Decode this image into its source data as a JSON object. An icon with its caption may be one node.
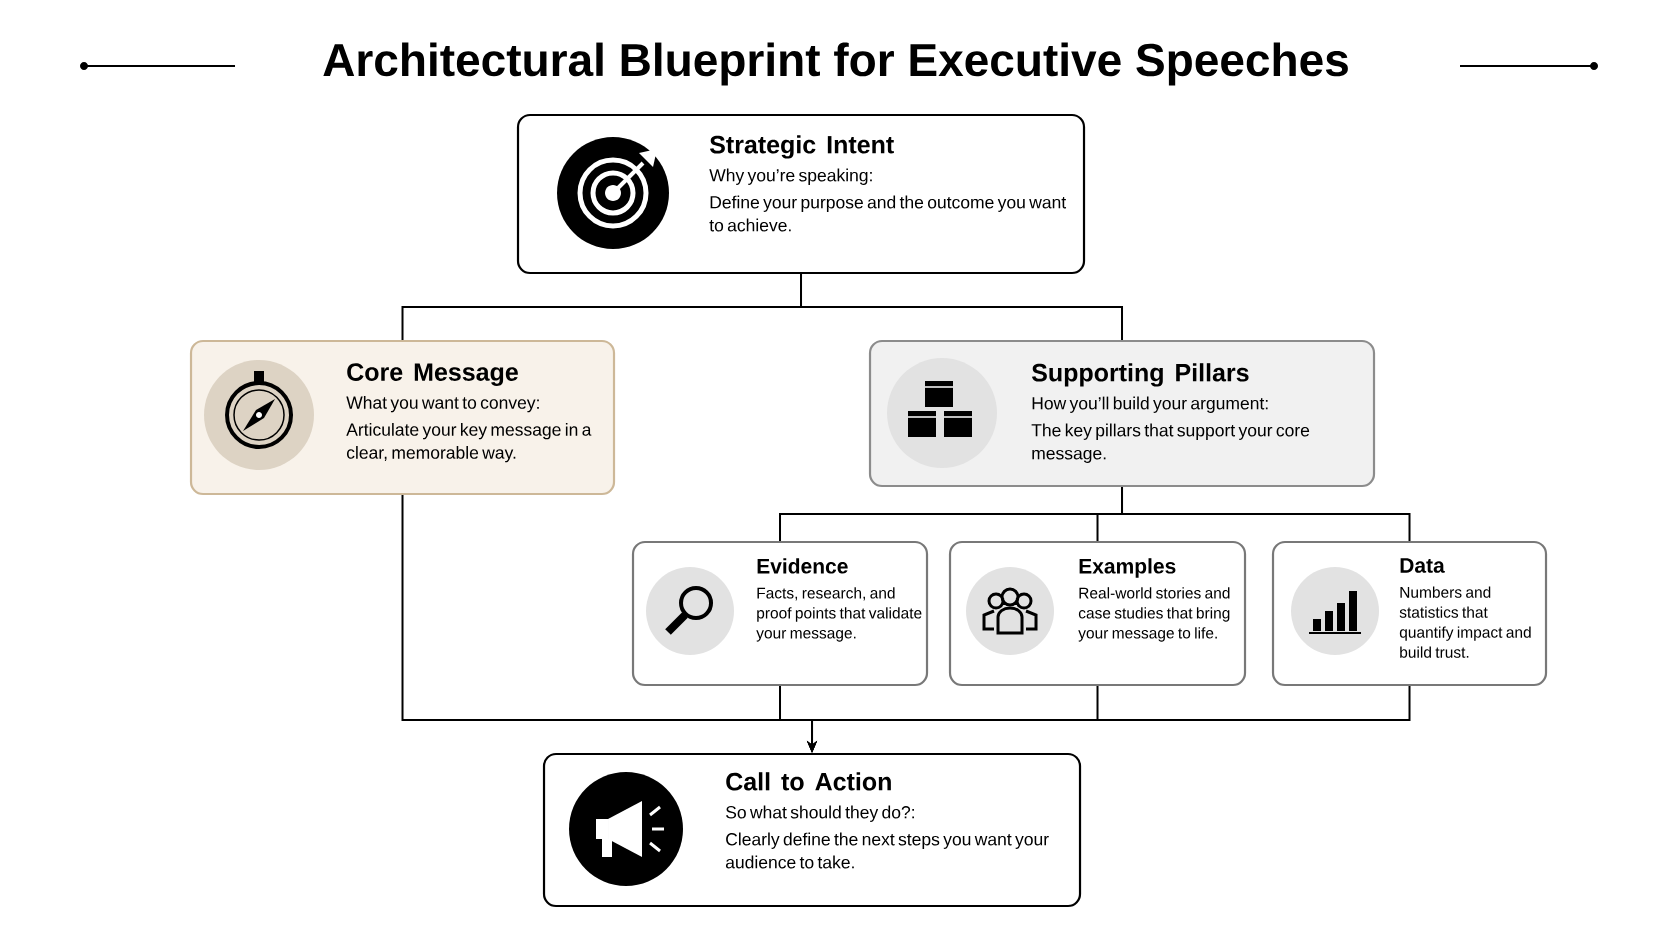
{
  "diagram": {
    "title": "Architectural Blueprint for Executive Speeches",
    "nodes": [
      {
        "text": [
          "Strategic Intent",
          "Why you’re speaking:",
          "Define your purpose and the outcome you want to achieve."
        ]
      },
      {
        "text": [
          "Core Message",
          "What you want to convey:",
          "Articulate your key message in a clear, memorable way."
        ]
      },
      {
        "text": [
          "Supporting Pillars",
          "How you’ll build your argument:",
          "The key pillars that support your core message."
        ]
      },
      {
        "text": [
          "Evidence",
          "Facts, research, and proof points that validate your message."
        ]
      },
      {
        "text": [
          "Examples",
          "Real-world stories and case studies that bring your message to life."
        ]
      },
      {
        "text": [
          "Data",
          "Numbers and statistics that quantify impact and build trust."
        ]
      },
      {
        "text": [
          "Call to Action",
          "So what should they do?:",
          "Clearly define the next steps you want your audience to take."
        ]
      }
    ],
    "edges": [
      {
        "from": 0,
        "to": 1,
        "arrow": "none"
      },
      {
        "from": 0,
        "to": 2,
        "arrow": "none"
      },
      {
        "from": 2,
        "to": 3,
        "arrow": "none"
      },
      {
        "from": 2,
        "to": 4,
        "arrow": "none"
      },
      {
        "from": 2,
        "to": 5,
        "arrow": "none"
      },
      {
        "from": 1,
        "to": 6,
        "arrow": "to"
      },
      {
        "from": 3,
        "to": 6,
        "arrow": "to"
      },
      {
        "from": 4,
        "to": 6,
        "arrow": "to"
      },
      {
        "from": 5,
        "to": 6,
        "arrow": "to"
      }
    ]
  }
}
